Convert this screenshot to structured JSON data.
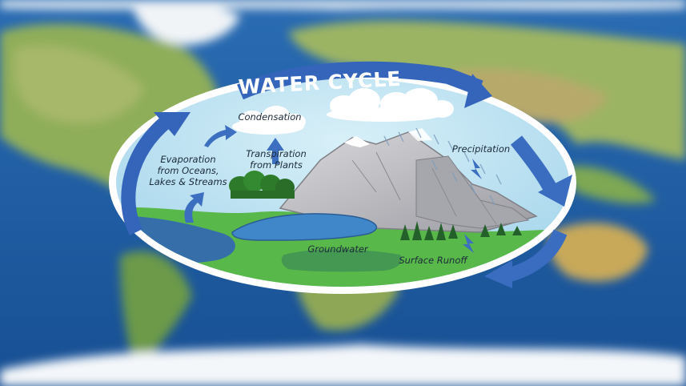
{
  "diagram": {
    "title": "WATER CYCLE",
    "labels": {
      "condensation": "Condensation",
      "transpiration_1": "Transpiration",
      "transpiration_2": "from Plants",
      "evaporation_1": "Evaporation",
      "evaporation_2": "from Oceans,",
      "evaporation_3": "Lakes & Streams",
      "precipitation": "Precipitation",
      "groundwater": "Groundwater",
      "surface_runoff": "Surface Runoff"
    }
  },
  "colors": {
    "ocean": "#1f5fa8",
    "oval_sky": "#bfe3f1",
    "arrow_blue": "#3d6fc0",
    "ground_green": "#58b84a",
    "lake_blue": "#3f87c9",
    "mountain_gray": "#b9b9be",
    "tree_green": "#2d7a2a"
  }
}
